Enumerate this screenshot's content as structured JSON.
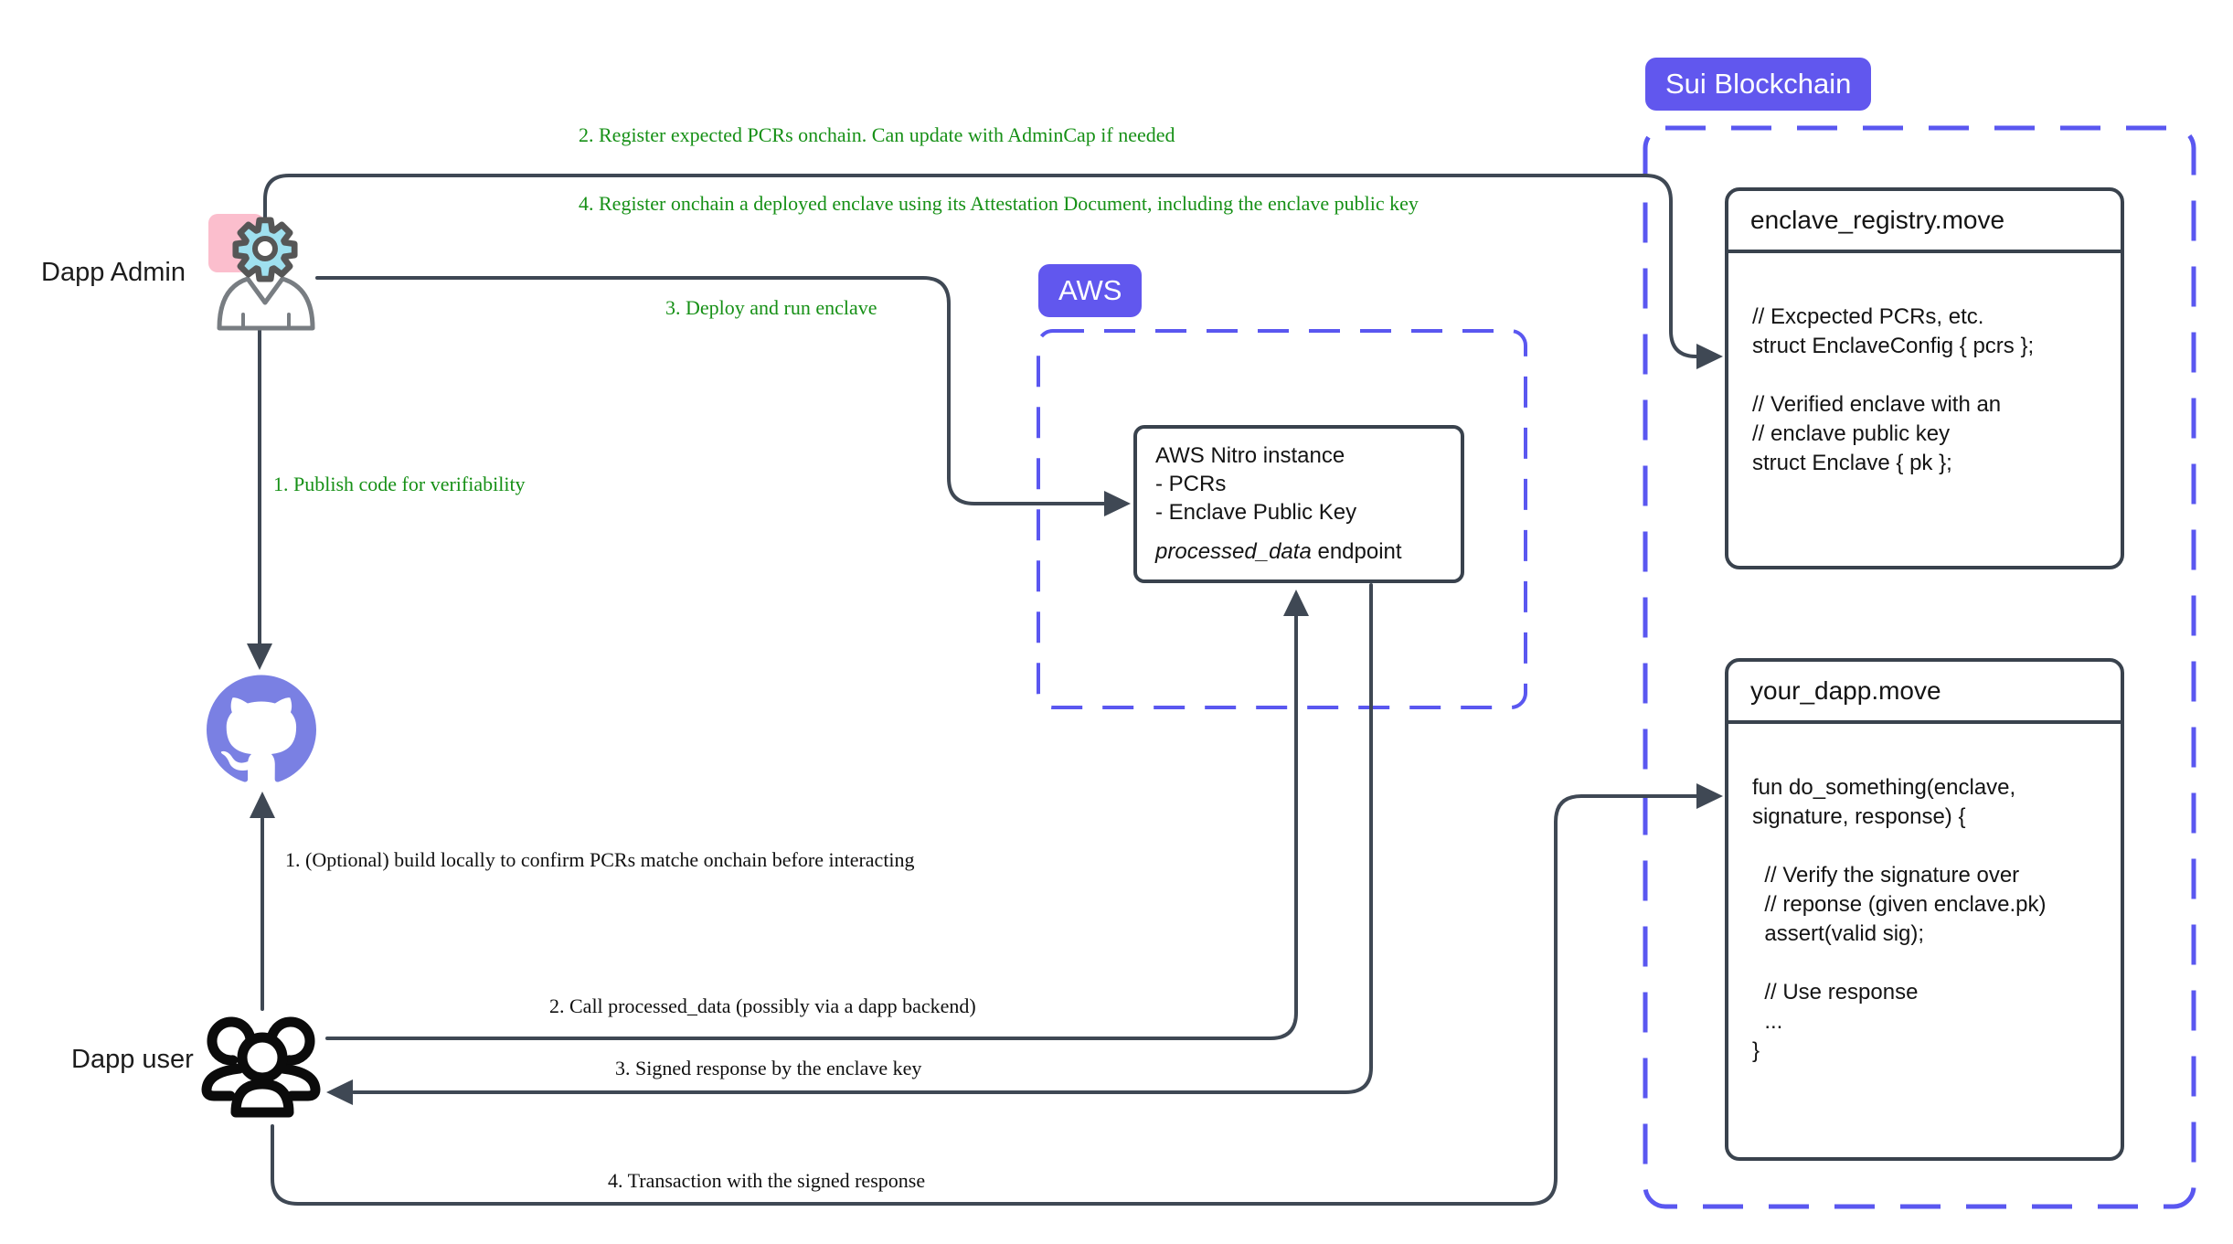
{
  "diagram": {
    "actors": {
      "admin_label": "Dapp Admin",
      "user_label": "Dapp user"
    },
    "badges": {
      "sui": "Sui Blockchain",
      "aws": "AWS"
    },
    "green_notes": {
      "register_pcrs": "2. Register expected PCRs onchain. Can update with AdminCap if needed",
      "register_enclave": "4. Register onchain a deployed enclave using its Attestation Document, including the enclave public key",
      "deploy": "3. Deploy and run enclave",
      "publish": "1. Publish code for verifiability"
    },
    "black_notes": {
      "build_locally": "1. (Optional) build locally to confirm PCRs matche onchain before interacting",
      "call": "2. Call processed_data (possibly via a dapp backend)",
      "signed": "3. Signed response by the enclave key",
      "transaction": "4. Transaction with the signed response"
    },
    "aws_box": {
      "title": "AWS Nitro instance",
      "items": [
        "- PCRs",
        "- Enclave Public Key"
      ],
      "endpoint_name": "processed_data",
      "endpoint_suffix": " endpoint"
    },
    "enclave_registry": {
      "title": "enclave_registry.move",
      "lines": [
        "// Excpected PCRs, etc.",
        "struct EnclaveConfig { pcrs };",
        "",
        "// Verified enclave with an",
        "// enclave public key",
        "struct Enclave { pk };"
      ]
    },
    "your_dapp": {
      "title": "your_dapp.move",
      "lines": [
        "fun do_something(enclave,",
        "signature, response) {",
        "",
        "  // Verify the signature over",
        "  // reponse (given enclave.pk)",
        "  assert(valid sig);",
        "",
        "  // Use response",
        "  ...",
        "}"
      ]
    },
    "colors": {
      "badge_purple": "#6157EE",
      "dashed_purple": "#5A57F0",
      "github_purple": "#7A80E3",
      "connector_gray": "#3F4854",
      "green_text": "#169016",
      "gear_cyan": "#9FE0EF",
      "pink": "#FBBECD"
    }
  }
}
